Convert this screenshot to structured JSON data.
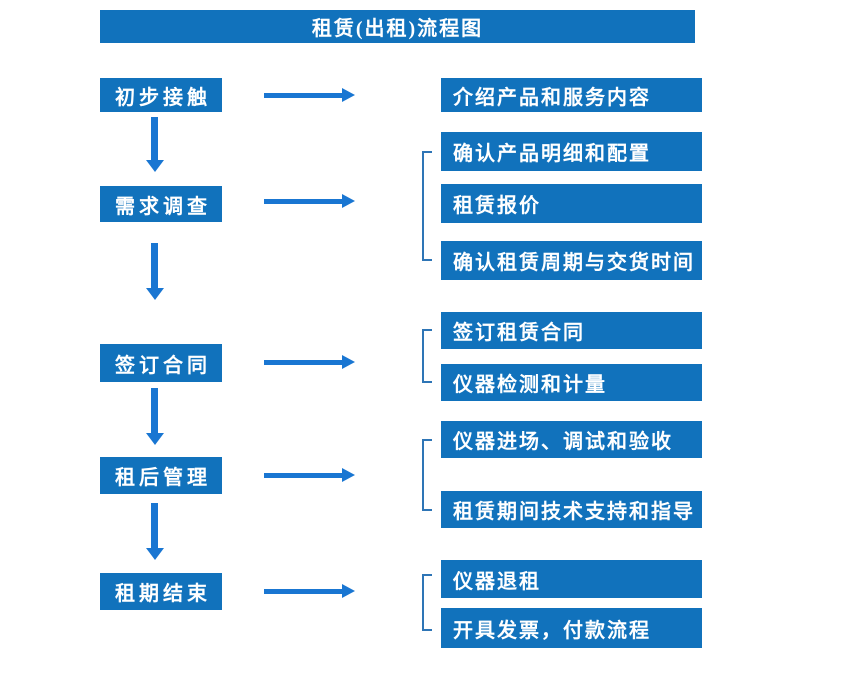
{
  "title": "租赁(出租)流程图",
  "colors": {
    "box_blue": "#1172BC",
    "arrow_blue": "#1976D2",
    "bracket_blue": "#2E75B6",
    "text": "#FFFFFF",
    "background": "#FFFFFF"
  },
  "steps": [
    {
      "label": "初步接触",
      "details": [
        "介绍产品和服务内容"
      ]
    },
    {
      "label": "需求调查",
      "details": [
        "确认产品明细和配置",
        "租赁报价",
        "确认租赁周期与交货时间"
      ]
    },
    {
      "label": "签订合同",
      "details": [
        "签订租赁合同",
        "仪器检测和计量"
      ]
    },
    {
      "label": "租后管理",
      "details": [
        "仪器进场、调试和验收",
        "租赁期间技术支持和指导"
      ]
    },
    {
      "label": "租期结束",
      "details": [
        "仪器退租",
        "开具发票，付款流程"
      ]
    }
  ]
}
